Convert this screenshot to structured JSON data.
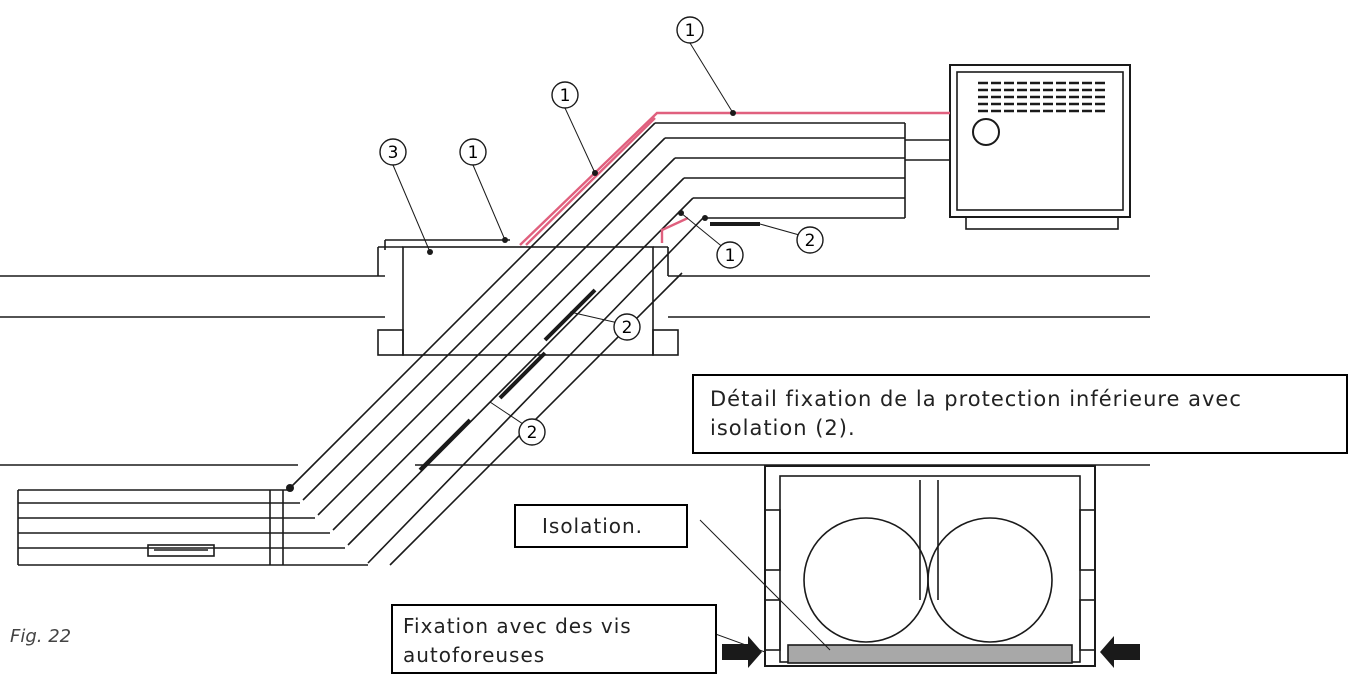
{
  "callouts": {
    "detail": "Détail fixation de la protection inférieure avec isolation (2).",
    "isolation": "Isolation.",
    "fixation": "Fixation avec des vis autoforeuses"
  },
  "markers": {
    "m1": "1",
    "m2": "2",
    "m3": "3"
  },
  "figure_label": "Fig. 22",
  "colors": {
    "line": "#1a1a1a",
    "highlight": "#e0607e",
    "insulation": "#a8a8a8",
    "marker_fill": "#ffffff"
  }
}
